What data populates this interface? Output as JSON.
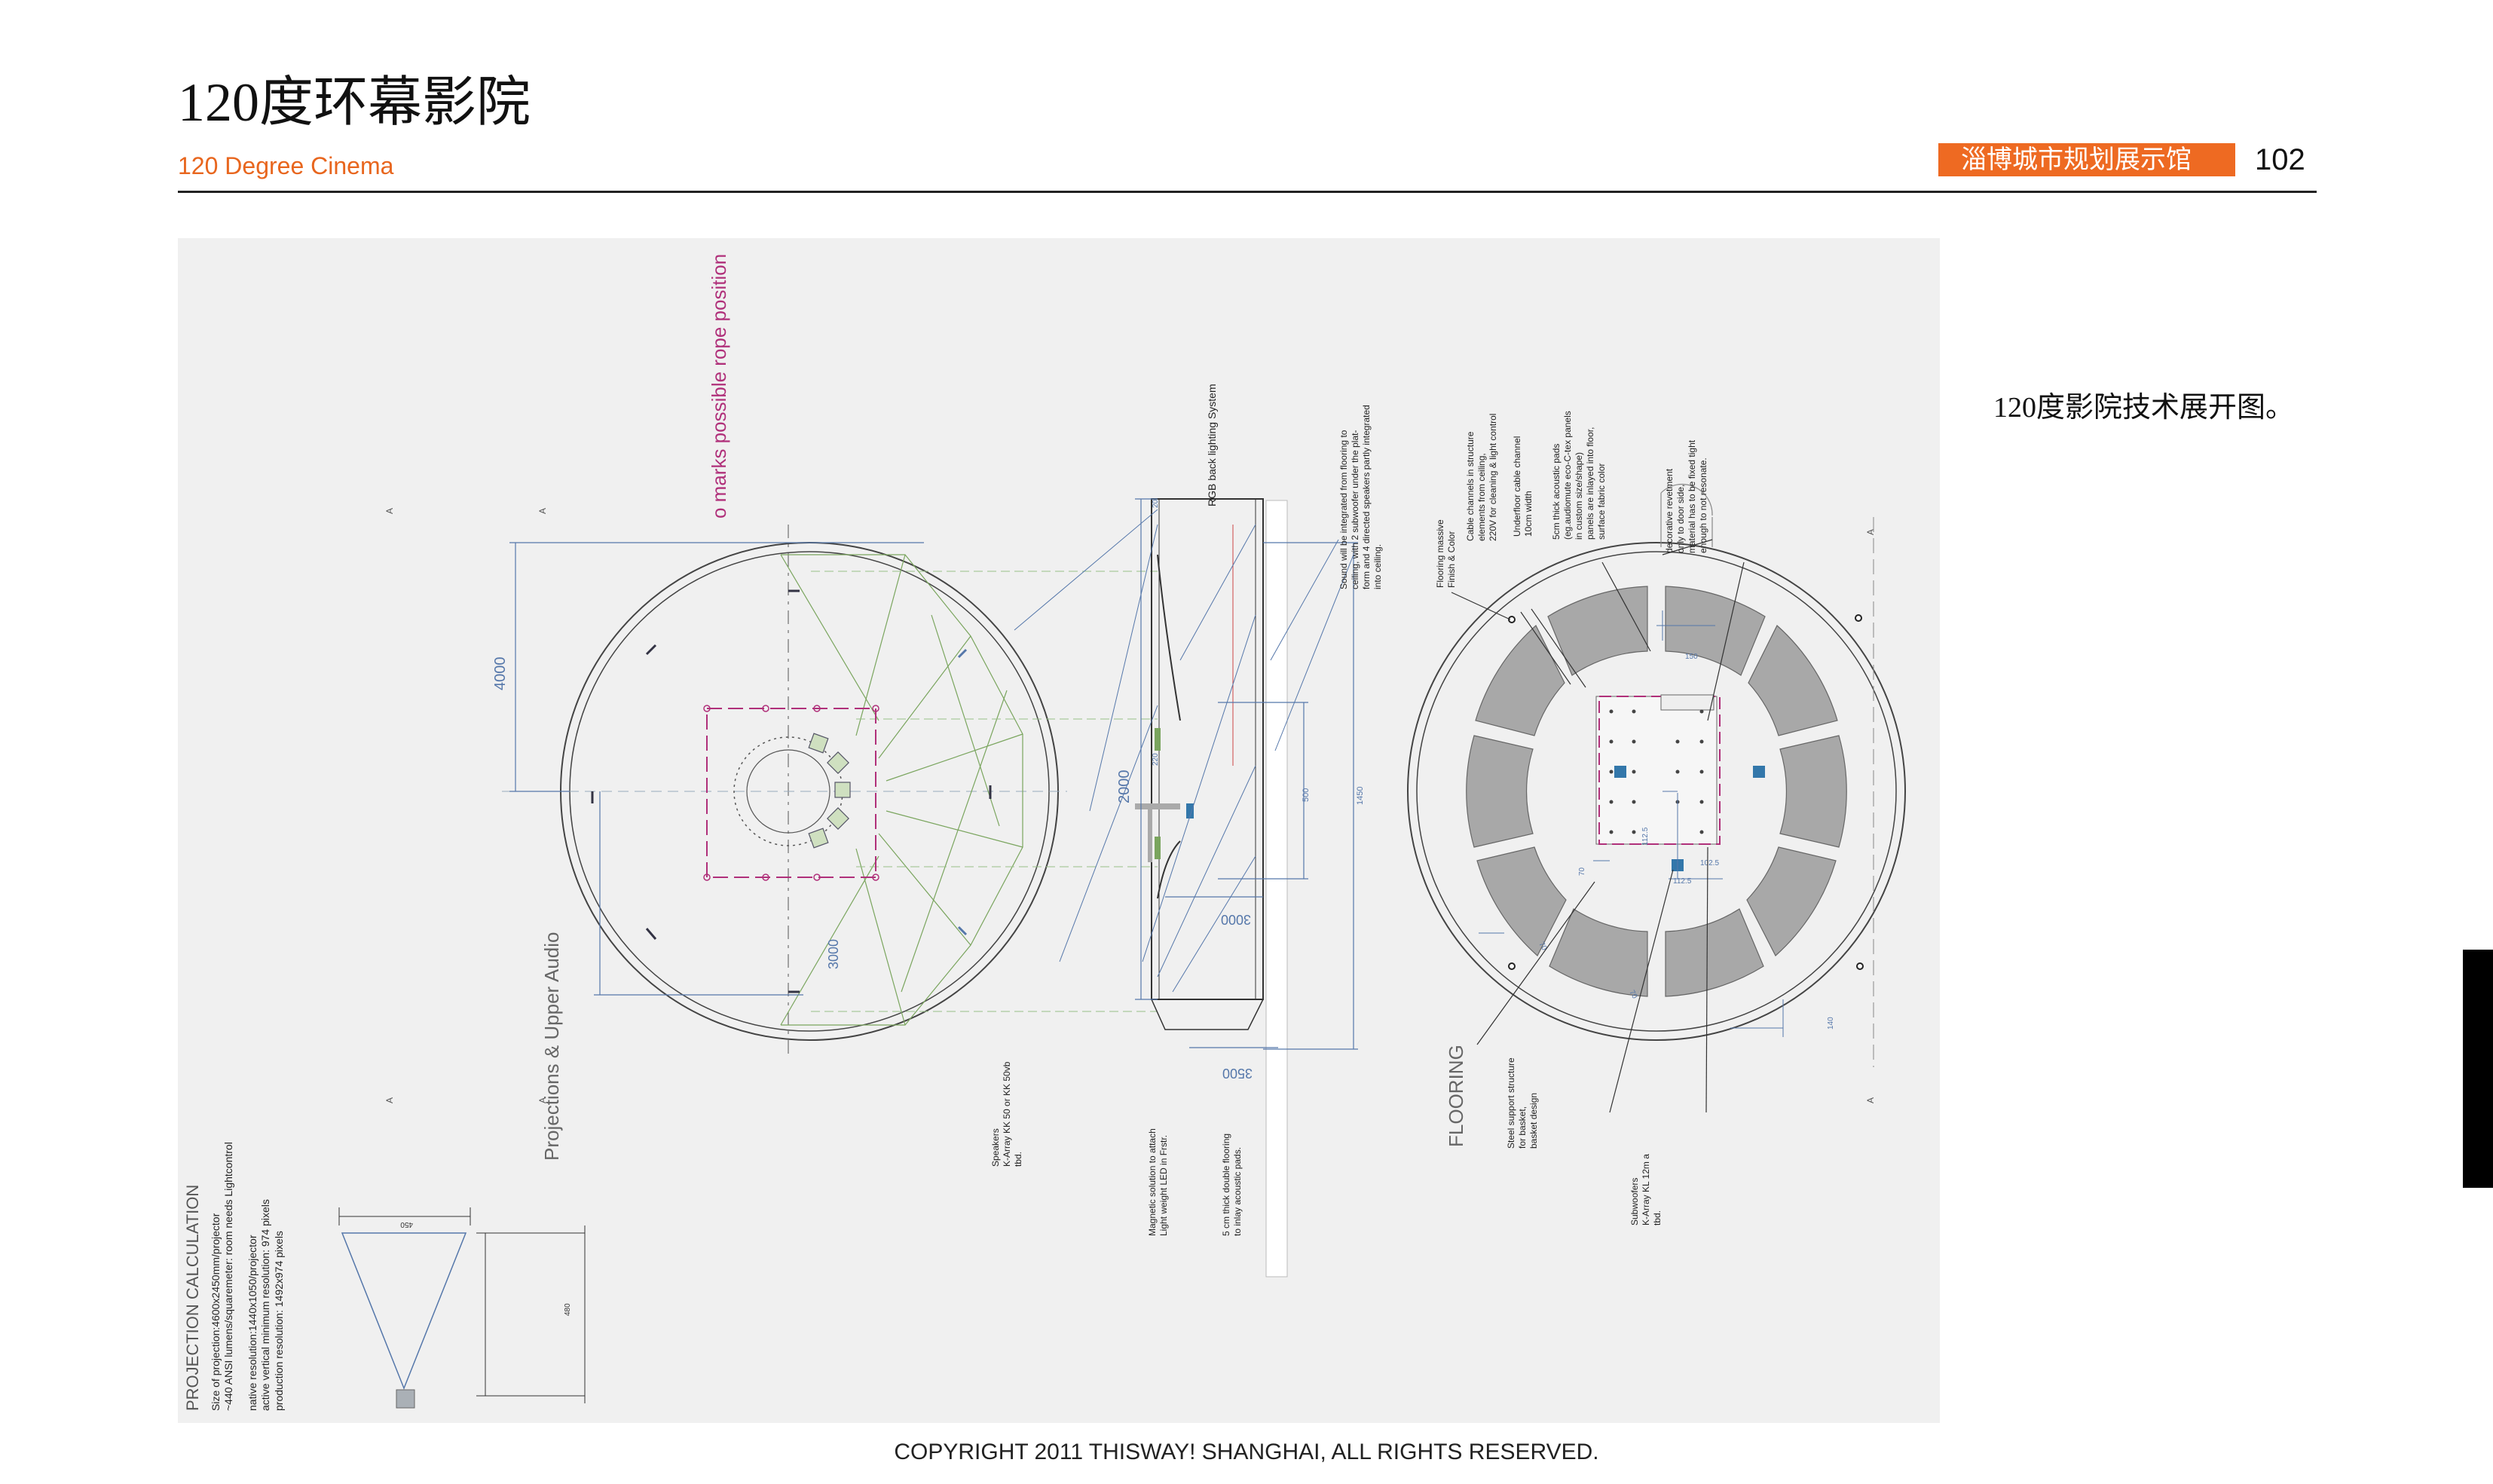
{
  "header": {
    "title_zh": "120度环幕影院",
    "title_en": "120 Degree Cinema",
    "badge": "淄博城市规划展示馆",
    "page_number": "102"
  },
  "caption": "120度影院技术展开图。",
  "footer": {
    "copyright": "COPYRIGHT 2011 THISWAY! SHANGHAI, ALL RIGHTS RESERVED."
  },
  "drawing": {
    "rope_note": "o marks possible rope position",
    "projections_title": "Projections & Upper Audio",
    "flooring_title": "FLOORING",
    "projection_calc": {
      "title": "PROJECTION CALCULATION",
      "lines": [
        "Size of projection:4600x2450mm/projector",
        "~440 ANSI lumens/squaremeter: room needs Lightcontrol",
        "native resolution:1440x1050/projector",
        "active vertical minimum resolution: 974 pixels",
        "production resolution: 1492x974 pixels"
      ],
      "dim_top": "450",
      "dim_side": "480"
    },
    "notes": {
      "rgb": "RGB back lighting System",
      "sound": [
        "Sound will be integrated from flooring to",
        "ceiling, with 2 subwoofer under the plat-",
        "form and 4 directed speakers partly integrated",
        "into ceiling."
      ],
      "flooring_massive": [
        "Flooring massive",
        "Finish & Color"
      ],
      "cable_channels": [
        "Cable channels in structure",
        "elements from ceiling,",
        "220V for cleaning & light control"
      ],
      "underfloor": [
        "Underfloor cable channel",
        "10cm width"
      ],
      "acoustic_pads": [
        "5cm thick acoustic pads",
        "(eg.audiomute eco-C-tex panels",
        "in custom size/shape)",
        "panels are inlayed into floor,",
        "surface fabric color"
      ],
      "decorative": [
        "decorative revetment",
        "only to door side,",
        "material has to be fixed tight",
        "enough to not resonate."
      ],
      "speakers": [
        "Speakers",
        "K-Array KK 50 or KK 50vb",
        "tbd."
      ],
      "magnetic": [
        "Magnetic solution to attach",
        "Light weight LED in Frstr."
      ],
      "double_flooring": [
        "5 cm thick double flooring",
        "to inlay acoustic pads."
      ],
      "steel_support": [
        "Steel support structure",
        "for basket,",
        "basket design"
      ],
      "subwoofers": [
        "Subwoofers",
        "K-Array KL 12m a",
        "tbd."
      ]
    },
    "dims": {
      "d4000": "4000",
      "d3000_plan": "3000",
      "d2000": "2000",
      "d3000_section": "3000",
      "d3500": "3500",
      "d1450": "1450",
      "d500": "500",
      "d20": "20",
      "d220": "220",
      "d150": "150",
      "d112_5": "112.5",
      "d102_5": "102.5",
      "d70": "70",
      "d140": "140",
      "section_mark": "A"
    }
  },
  "colors": {
    "accent": "#ee6a22",
    "title_en": "#e8661e",
    "drawing_pink": "#b0307a",
    "drawing_blue": "#5577aa",
    "drawing_green": "#7aa55e"
  }
}
